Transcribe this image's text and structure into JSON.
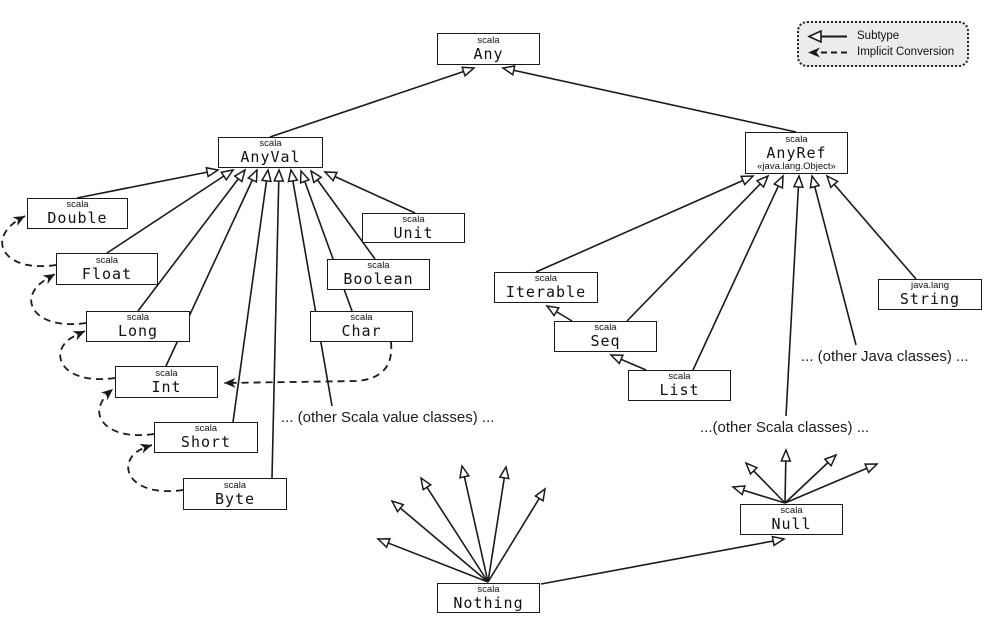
{
  "legend": {
    "subtype_label": "Subtype",
    "implicit_label": "Implicit Conversion"
  },
  "nodes": {
    "any": {
      "pkg": "scala",
      "name": "Any"
    },
    "anyval": {
      "pkg": "scala",
      "name": "AnyVal"
    },
    "anyref": {
      "pkg": "scala",
      "name": "AnyRef",
      "stereotype": "«java.lang.Object»"
    },
    "double": {
      "pkg": "scala",
      "name": "Double"
    },
    "float": {
      "pkg": "scala",
      "name": "Float"
    },
    "long": {
      "pkg": "scala",
      "name": "Long"
    },
    "int": {
      "pkg": "scala",
      "name": "Int"
    },
    "short": {
      "pkg": "scala",
      "name": "Short"
    },
    "byte": {
      "pkg": "scala",
      "name": "Byte"
    },
    "unit": {
      "pkg": "scala",
      "name": "Unit"
    },
    "boolean": {
      "pkg": "scala",
      "name": "Boolean"
    },
    "char": {
      "pkg": "scala",
      "name": "Char"
    },
    "iterable": {
      "pkg": "scala",
      "name": "Iterable"
    },
    "seq": {
      "pkg": "scala",
      "name": "Seq"
    },
    "list": {
      "pkg": "scala",
      "name": "List"
    },
    "string": {
      "pkg": "java.lang",
      "name": "String"
    },
    "null": {
      "pkg": "scala",
      "name": "Null"
    },
    "nothing": {
      "pkg": "scala",
      "name": "Nothing"
    }
  },
  "annotations": {
    "other_scala_value_classes": "... (other Scala value classes) ...",
    "other_java_classes": "... (other Java classes) ...",
    "other_scala_classes": "...(other Scala classes) ..."
  },
  "colors": {
    "line": "#1a1a1a",
    "box_fill": "#ffffff",
    "legend_bg": "#ececec"
  }
}
